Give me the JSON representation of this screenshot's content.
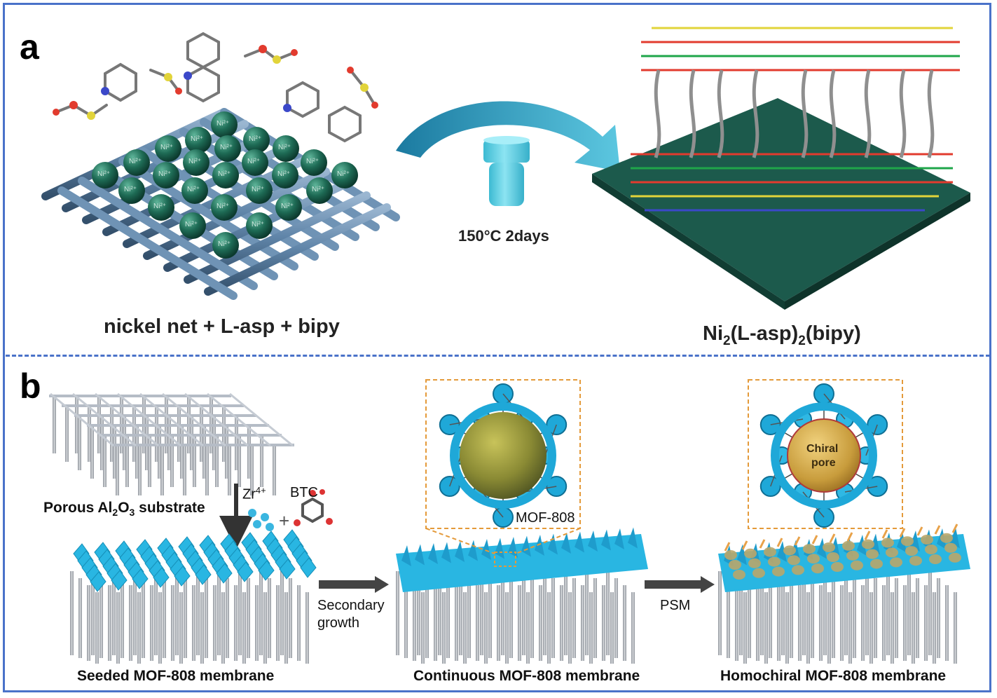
{
  "panel_a": {
    "letter": "a",
    "left_label": "nickel net + L-asp + bipy",
    "ion_label": "Ni²⁺",
    "condition": "150°C 2days",
    "product_label": {
      "prefix": "Ni",
      "sub1": "2",
      "mid": "(L-asp)",
      "sub2": "2",
      "suffix": "(bipy)"
    }
  },
  "panel_b": {
    "letter": "b",
    "substrate_label": {
      "prefix": "Porous Al",
      "sub1": "2",
      "mid": "O",
      "sub2": "3",
      "suffix": " substrate"
    },
    "zr_label": {
      "base": "Zr",
      "sup": "4+"
    },
    "plus": "+",
    "btc_label": "BTC",
    "arrow1_label_line1": "Secondary",
    "arrow1_label_line2": "growth",
    "arrow2_label": "PSM",
    "mof_label": "MOF-808",
    "chiral_label_line1": "Chiral",
    "chiral_label_line2": "pore",
    "stage1_label": "Seeded MOF-808 membrane",
    "stage2_label": "Continuous MOF-808 membrane",
    "stage3_label": "Homochiral MOF-808 membrane"
  },
  "colors": {
    "border": "#4a72c9",
    "nickel_rod": "#5f84a8",
    "nickel_ion": "#1e6b55",
    "arrow": "#2f9bc0",
    "vial": "#62d2e6",
    "membrane_green": "#1c5a4c",
    "crystal": "#29b6e2",
    "gray_column": "#b5b9bf",
    "orange_box": "#e49a3a",
    "pore_gold": "#c89c3c"
  }
}
